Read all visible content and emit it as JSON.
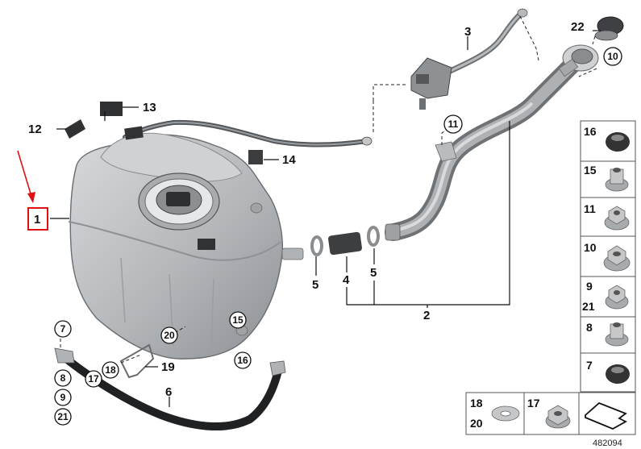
{
  "callouts": {
    "c1": "1",
    "c2": "2",
    "c3": "3",
    "c4": "4",
    "c5a": "5",
    "c5b": "5",
    "c6": "6",
    "c12": "12",
    "c13": "13",
    "c14": "14",
    "c19": "19",
    "c22": "22"
  },
  "circled": {
    "c7": "7",
    "c8": "8",
    "c9": "9",
    "c21": "21",
    "c10": "10",
    "c11": "11",
    "c15": "15",
    "c16": "16",
    "c17": "17",
    "c18": "18",
    "c20": "20"
  },
  "parts_panel": [
    {
      "label": "16",
      "icon": "grommet-icon"
    },
    {
      "label": "15",
      "icon": "collar-nut-icon"
    },
    {
      "label": "11",
      "icon": "hex-nut-icon"
    },
    {
      "label": "10",
      "icon": "flange-nut-icon"
    },
    {
      "label": "9",
      "label2": "21",
      "icon": "flange-nut-small-icon"
    },
    {
      "label": "8",
      "icon": "collar-nut-icon"
    },
    {
      "label": "7",
      "icon": "grommet-icon"
    }
  ],
  "bottom_panel": {
    "cell1_label1": "18",
    "cell1_label2": "20",
    "cell2_label": "17"
  },
  "figure_number": "482094",
  "colors": {
    "highlight": "#e01010",
    "tank": "#c4c6c8",
    "hose": "#6e7074"
  }
}
